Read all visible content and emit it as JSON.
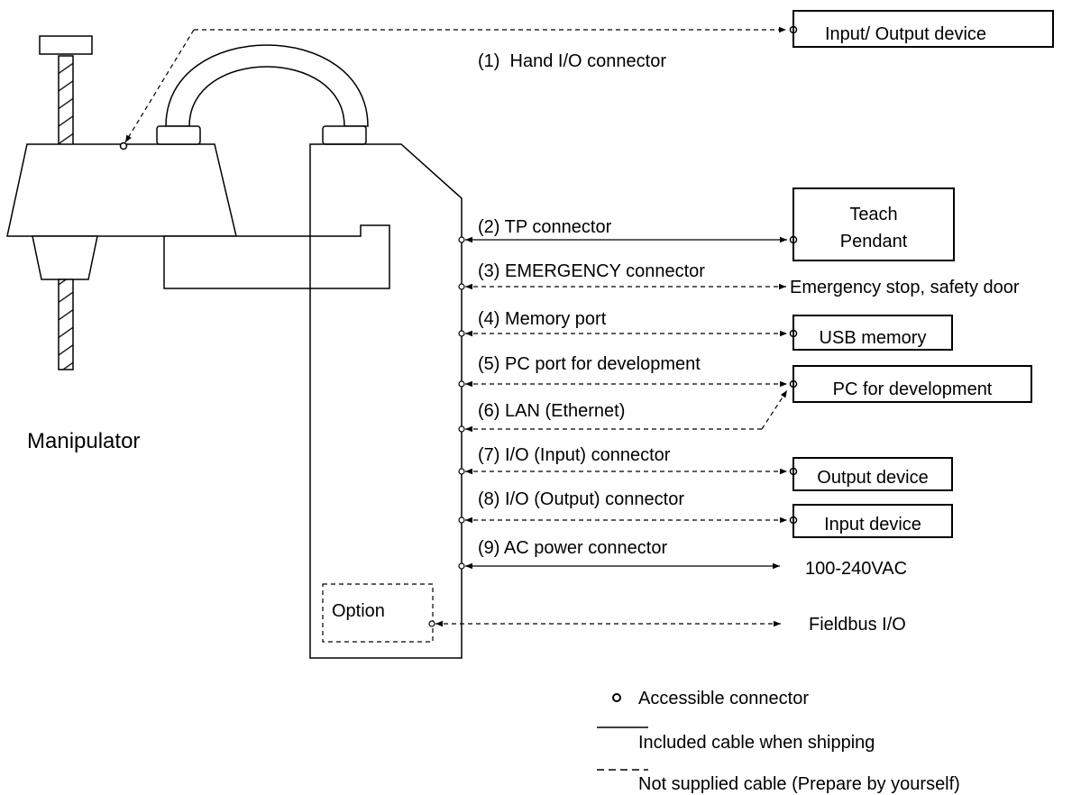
{
  "manipulator": {
    "label": "Manipulator"
  },
  "option": {
    "label": "Option"
  },
  "connectors": [
    {
      "label": "(1)  Hand I/O connector",
      "cable": "dashed"
    },
    {
      "label": "(2) TP connector",
      "cable": "solid"
    },
    {
      "label": "(3) EMERGENCY connector",
      "cable": "dashed"
    },
    {
      "label": "(4) Memory port",
      "cable": "dashed"
    },
    {
      "label": "(5) PC port for development",
      "cable": "dashed"
    },
    {
      "label": "(6) LAN (Ethernet)",
      "cable": "dashed"
    },
    {
      "label": "(7) I/O (Input) connector",
      "cable": "dashed"
    },
    {
      "label": "(8) I/O (Output) connector",
      "cable": "dashed"
    },
    {
      "label": "(9) AC power connector",
      "cable": "solid"
    }
  ],
  "devices": {
    "io_device": "Input/ Output device",
    "teach_pendant_1": "Teach",
    "teach_pendant_2": "Pendant",
    "emergency": "Emergency stop, safety door",
    "usb_memory": "USB memory",
    "pc_dev": "PC for development",
    "output_device": "Output device",
    "input_device": "Input device",
    "ac_power": "100-240VAC",
    "fieldbus": "Fieldbus I/O"
  },
  "legend": {
    "accessible": "Accessible connector",
    "included": "Included cable when shipping",
    "not_supplied": "Not supplied cable (Prepare by yourself)"
  },
  "colors": {
    "line": "#000000",
    "background": "#ffffff"
  }
}
